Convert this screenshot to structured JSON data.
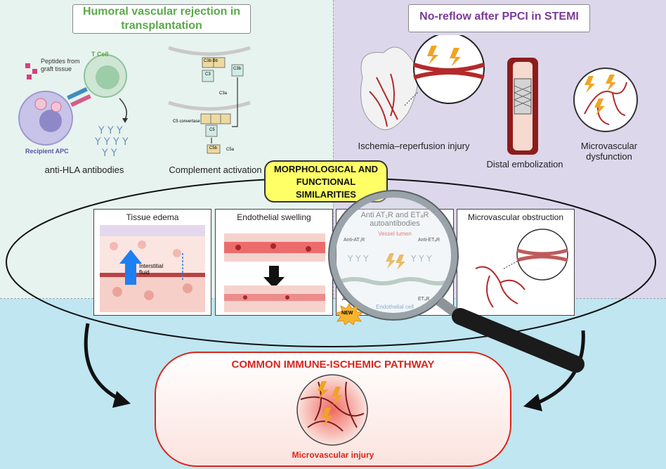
{
  "left_title": "Humoral vascular rejection in transplantation",
  "right_title": "No-reflow after PPCI in STEMI",
  "left": {
    "peptides": "Peptides from graft tissue",
    "t_cell": "T Cell",
    "apc": "Recipient APC",
    "antibodies": "anti-HLA antibodies",
    "complement": "Complement activation",
    "c3b_bb": "C3b Bb",
    "c3": "C3",
    "c3a": "C3a",
    "c3b": "C3b",
    "c5_convertase": "C5 convertase",
    "c5": "C5",
    "c5b": "C5b",
    "c5a": "C5a"
  },
  "right": {
    "ir_injury": "Ischemia–reperfusion injury",
    "distal": "Distal embolization",
    "micro_dys": "Microvascular dysfunction"
  },
  "similarities": "MORPHOLOGICAL AND FUNCTIONAL SIMILARITIES",
  "panels": {
    "edema": "Tissue edema",
    "interstitial": "Interstitial fluid",
    "swelling": "Endothelial swelling",
    "auto_title": "Anti AT₁R and ETₐR autoantibodies",
    "vessel_lumen": "Vessel lumen",
    "anti_at1r": "Anti-AT₁R",
    "anti_etar": "Anti-ETₐR",
    "at1r": "AT₁R",
    "etar": "ETₐR",
    "endothelial_cell": "Endothelial cell",
    "new_badge": "NEW",
    "obstruction": "Microvascular obstruction"
  },
  "pathway": "COMMON IMMUNE-ISCHEMIC PATHWAY",
  "micro_injury": "Microvascular injury",
  "colors": {
    "left_bg": "#e7f3ee",
    "right_bg": "#ddd7ec",
    "bottom_bg": "#bfe6f1",
    "left_title": "#5aa84a",
    "right_title": "#7b3a96",
    "highlight": "#ffff66",
    "pathway_red": "#d9261c"
  }
}
